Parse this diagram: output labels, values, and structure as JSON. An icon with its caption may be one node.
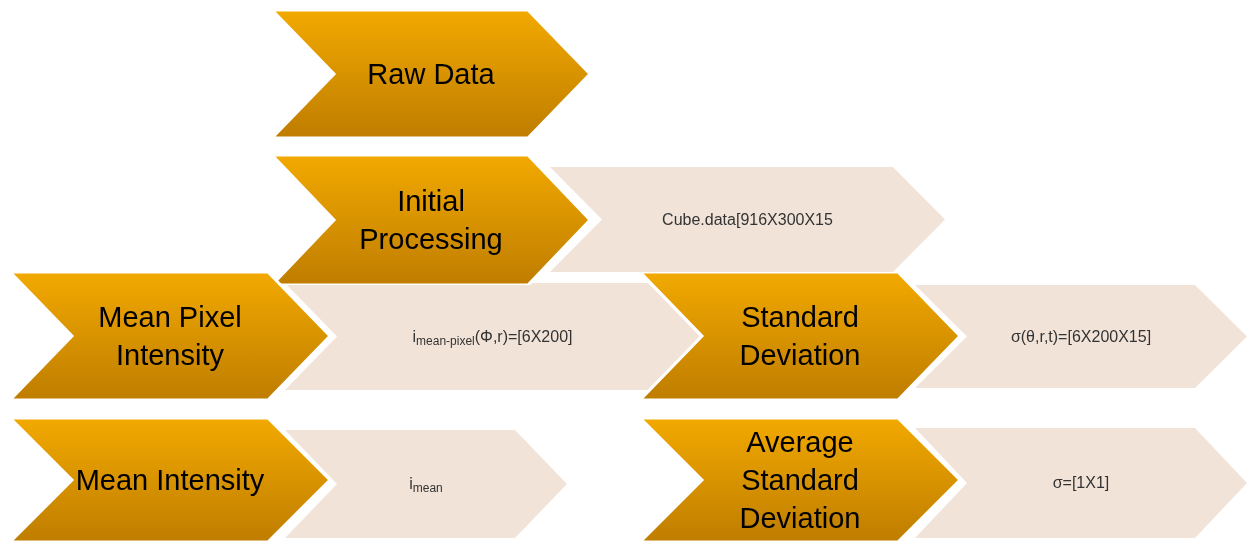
{
  "diagram": {
    "nodes": [
      {
        "text": [
          "Raw Data"
        ]
      },
      {
        "text": [
          "Initial Processing"
        ]
      },
      {
        "text": [
          "Cube.data[916X300X15"
        ]
      },
      {
        "text": [
          "Mean Pixel Intensity"
        ]
      },
      {
        "text": [
          "i$_{mean-pixel}$(Φ,r)=[6X200]"
        ]
      },
      {
        "text": [
          "Standard Deviation"
        ]
      },
      {
        "text": [
          "σ(θ,r,t)=[6X200X15]"
        ]
      },
      {
        "text": [
          "Mean Intensity"
        ]
      },
      {
        "text": [
          "i$_{mean}$"
        ]
      },
      {
        "text": [
          "Average Standard Deviation"
        ]
      },
      {
        "text": [
          "σ=[1X1]"
        ]
      }
    ]
  }
}
